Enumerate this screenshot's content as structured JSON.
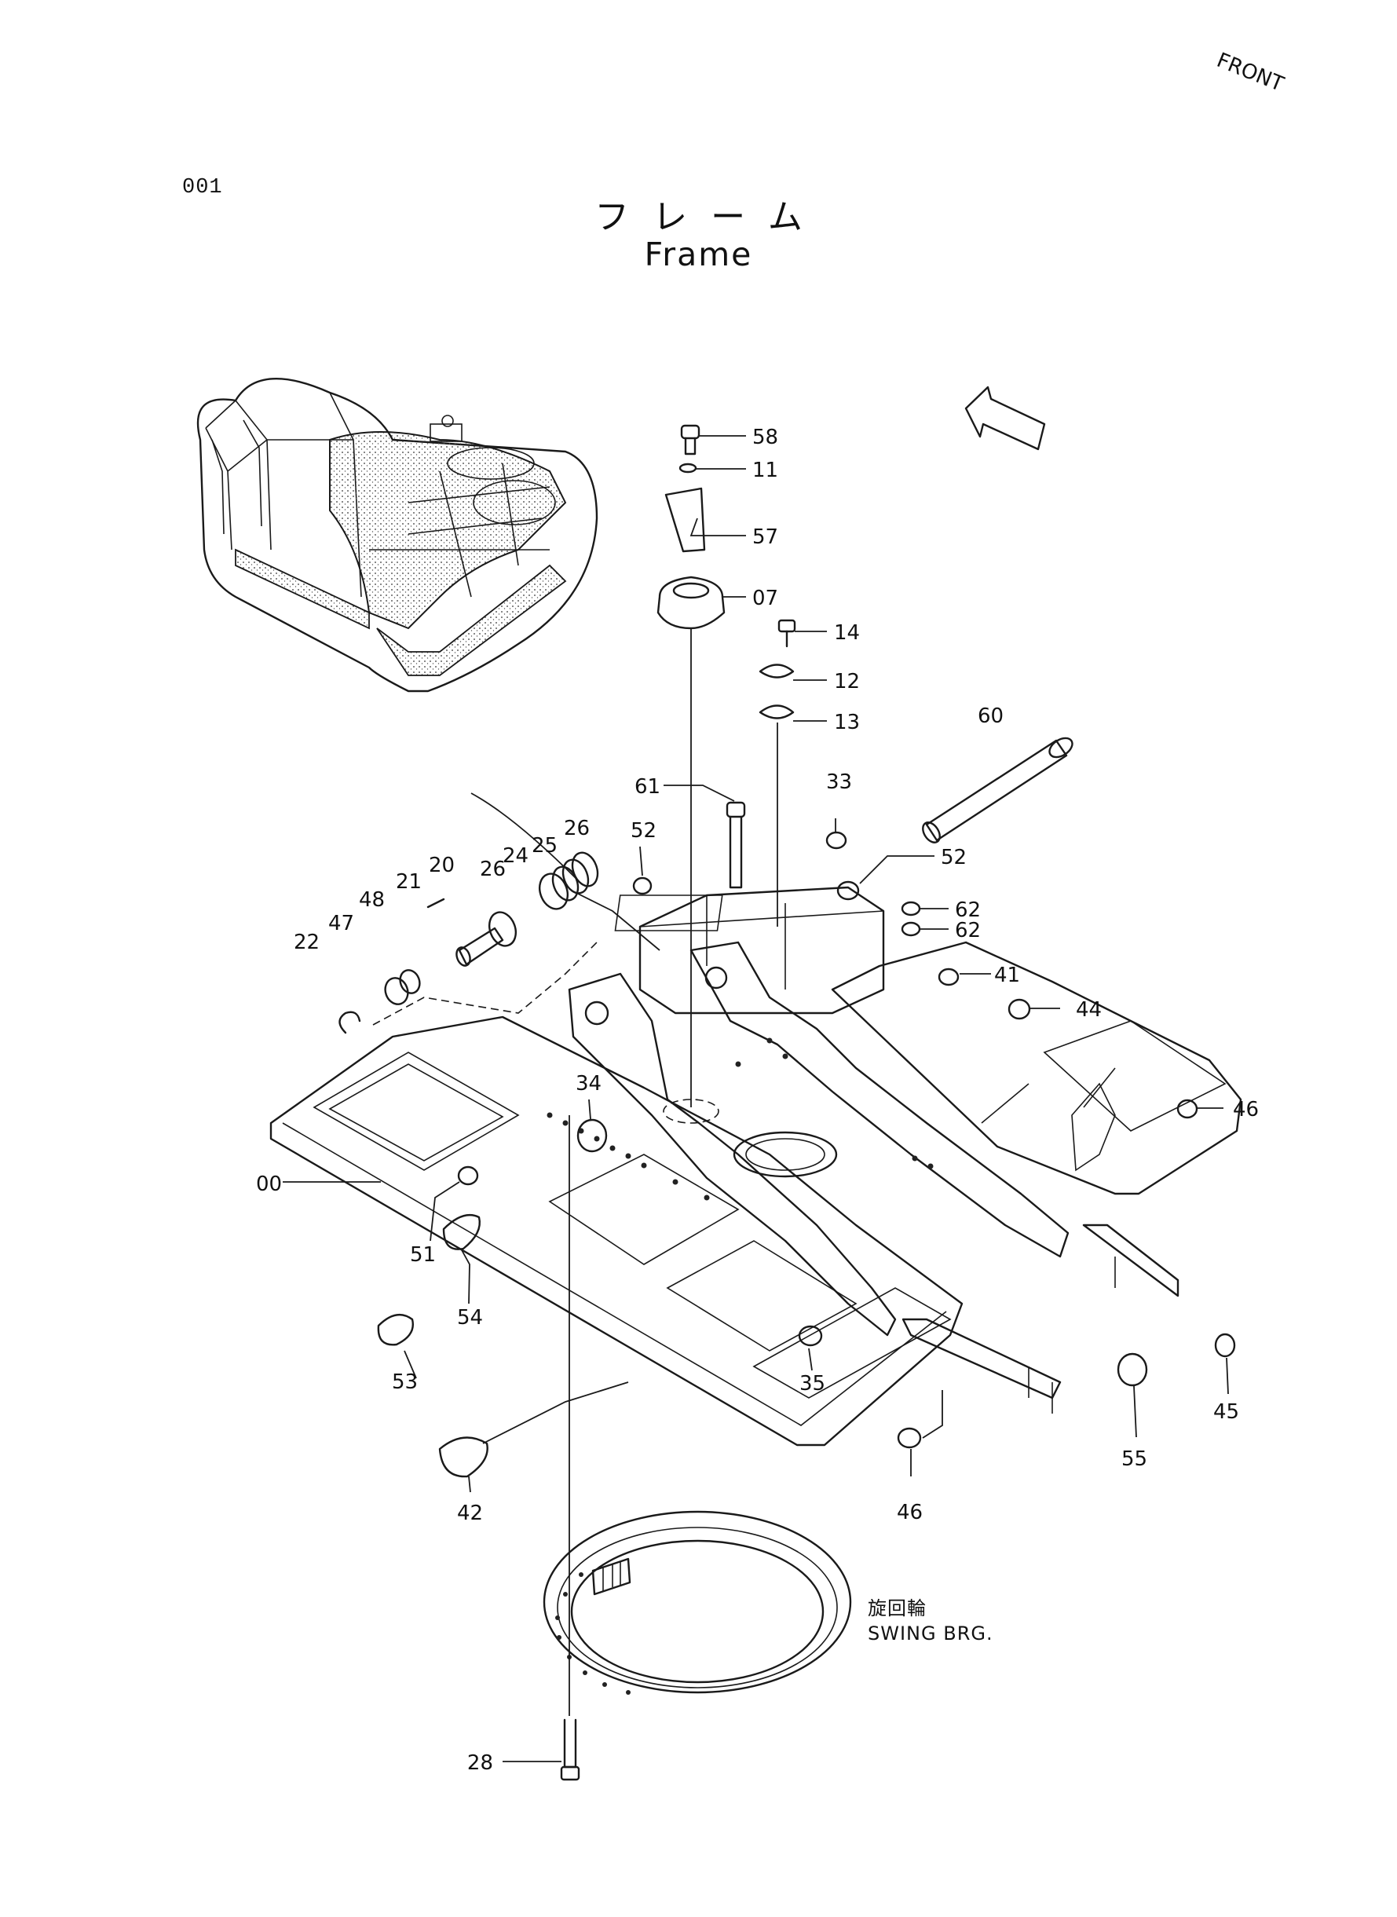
{
  "page_number": "001",
  "title_japanese": "フレーム",
  "title_english": "Frame",
  "front_indicator": "FRONT",
  "swing_bearing": {
    "label_japanese": "旋回輪",
    "label_english": "SWING BRG."
  },
  "parts": [
    {
      "no": "58"
    },
    {
      "no": "11"
    },
    {
      "no": "57"
    },
    {
      "no": "07"
    },
    {
      "no": "14"
    },
    {
      "no": "12"
    },
    {
      "no": "13"
    },
    {
      "no": "60"
    },
    {
      "no": "61"
    },
    {
      "no": "33"
    },
    {
      "no": "52"
    },
    {
      "no": "52"
    },
    {
      "no": "62"
    },
    {
      "no": "62"
    },
    {
      "no": "26"
    },
    {
      "no": "25"
    },
    {
      "no": "24"
    },
    {
      "no": "26"
    },
    {
      "no": "20"
    },
    {
      "no": "21"
    },
    {
      "no": "48"
    },
    {
      "no": "47"
    },
    {
      "no": "22"
    },
    {
      "no": "41"
    },
    {
      "no": "44"
    },
    {
      "no": "46"
    },
    {
      "no": "34"
    },
    {
      "no": "00"
    },
    {
      "no": "51"
    },
    {
      "no": "54"
    },
    {
      "no": "53"
    },
    {
      "no": "35"
    },
    {
      "no": "45"
    },
    {
      "no": "55"
    },
    {
      "no": "46"
    },
    {
      "no": "42"
    },
    {
      "no": "28"
    }
  ]
}
